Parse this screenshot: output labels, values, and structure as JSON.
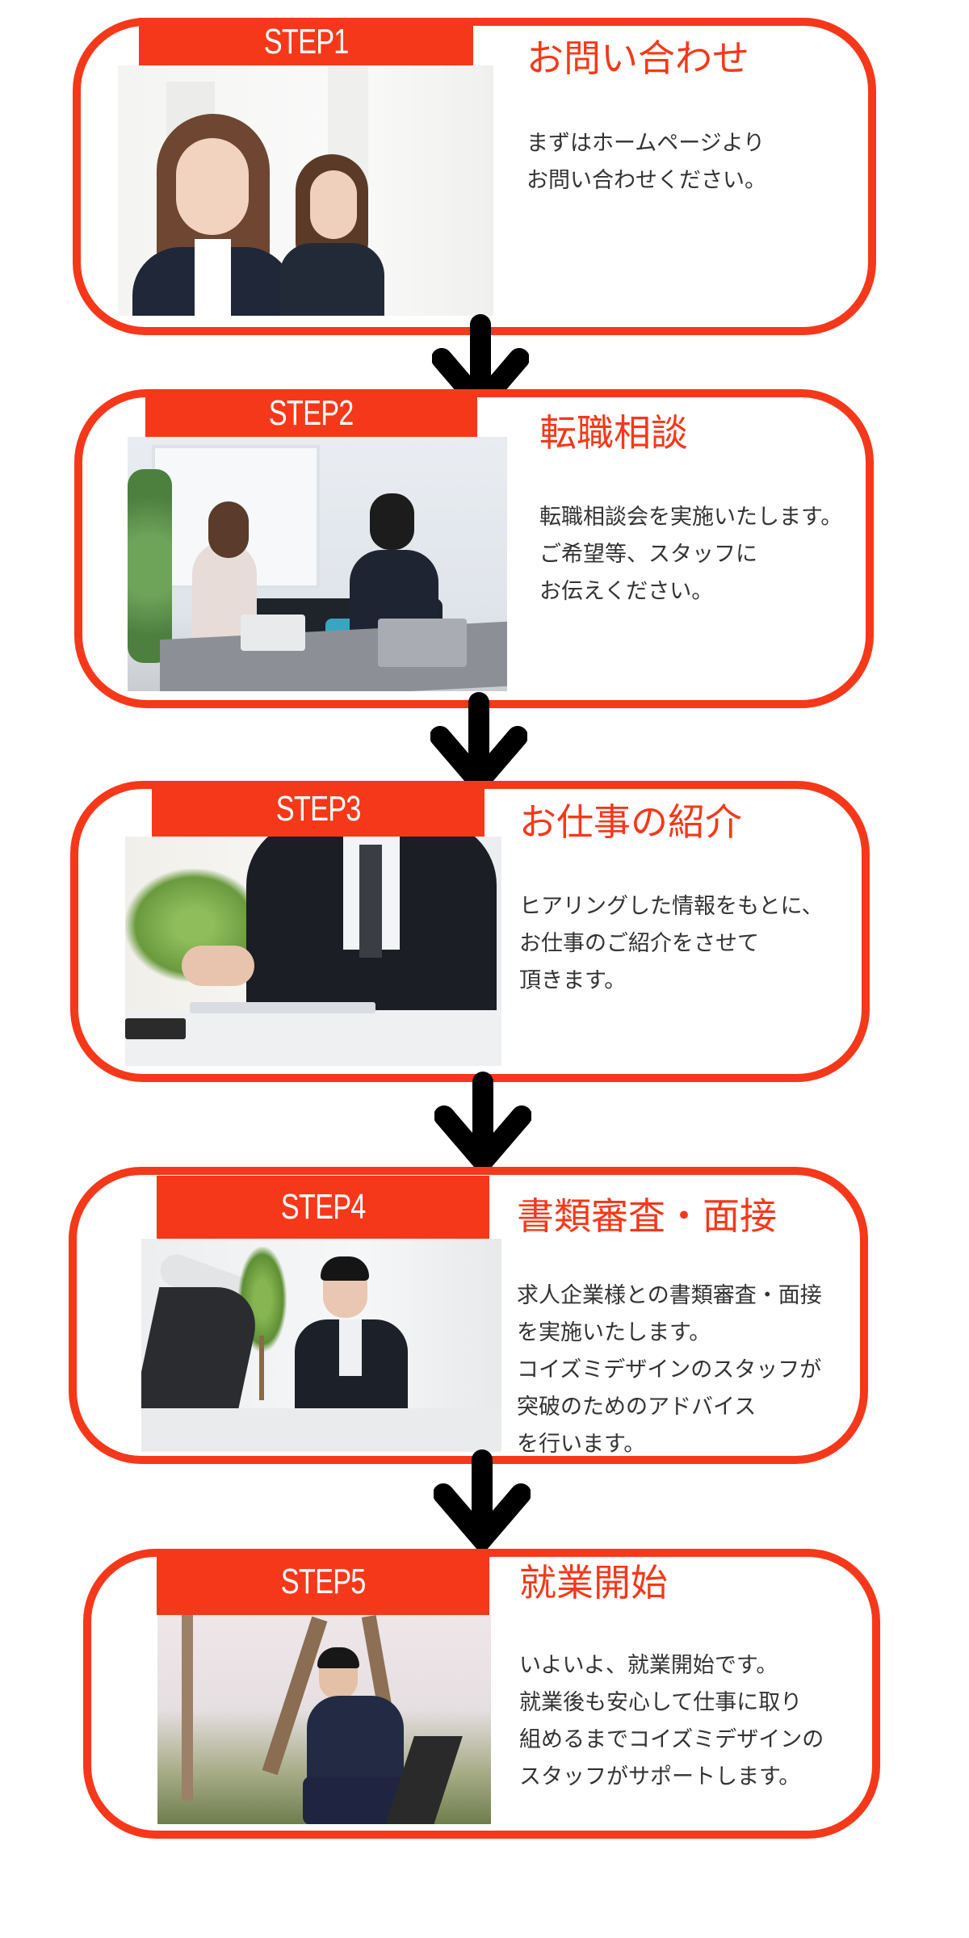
{
  "colors": {
    "accent": "#f5381a",
    "text": "#333333",
    "arrow": "#000000"
  },
  "steps": [
    {
      "label": "STEP1",
      "title": "お問い合わせ",
      "body": "まずはホームページより\nお問い合わせください。",
      "image": "photo-call-center-operators"
    },
    {
      "label": "STEP2",
      "title": "転職相談",
      "body": "転職相談会を実施いたします。\nご希望等、スタッフに\nお伝えください。",
      "image": "photo-consultation-meeting"
    },
    {
      "label": "STEP3",
      "title": "お仕事の紹介",
      "body": "ヒアリングした情報をもとに、\nお仕事のご紹介をさせて\n頂きます。",
      "image": "photo-businessman-clipboard"
    },
    {
      "label": "STEP4",
      "title": "書類審査・面接",
      "body": "求人企業様との書類審査・面接\nを実施いたします。\nコイズミデザインのスタッフが\n突破のためのアドバイス\nを行います。",
      "image": "photo-job-interview"
    },
    {
      "label": "STEP5",
      "title": "就業開始",
      "body": "いよいよ、就業開始です。\n就業後も安心して仕事に取り\n組めるまでコイズミデザインの\nスタッフがサポートします。",
      "image": "photo-businessman-cherry-blossoms"
    }
  ],
  "arrows": [
    "arrow-down-icon",
    "arrow-down-icon",
    "arrow-down-icon",
    "arrow-down-icon"
  ]
}
